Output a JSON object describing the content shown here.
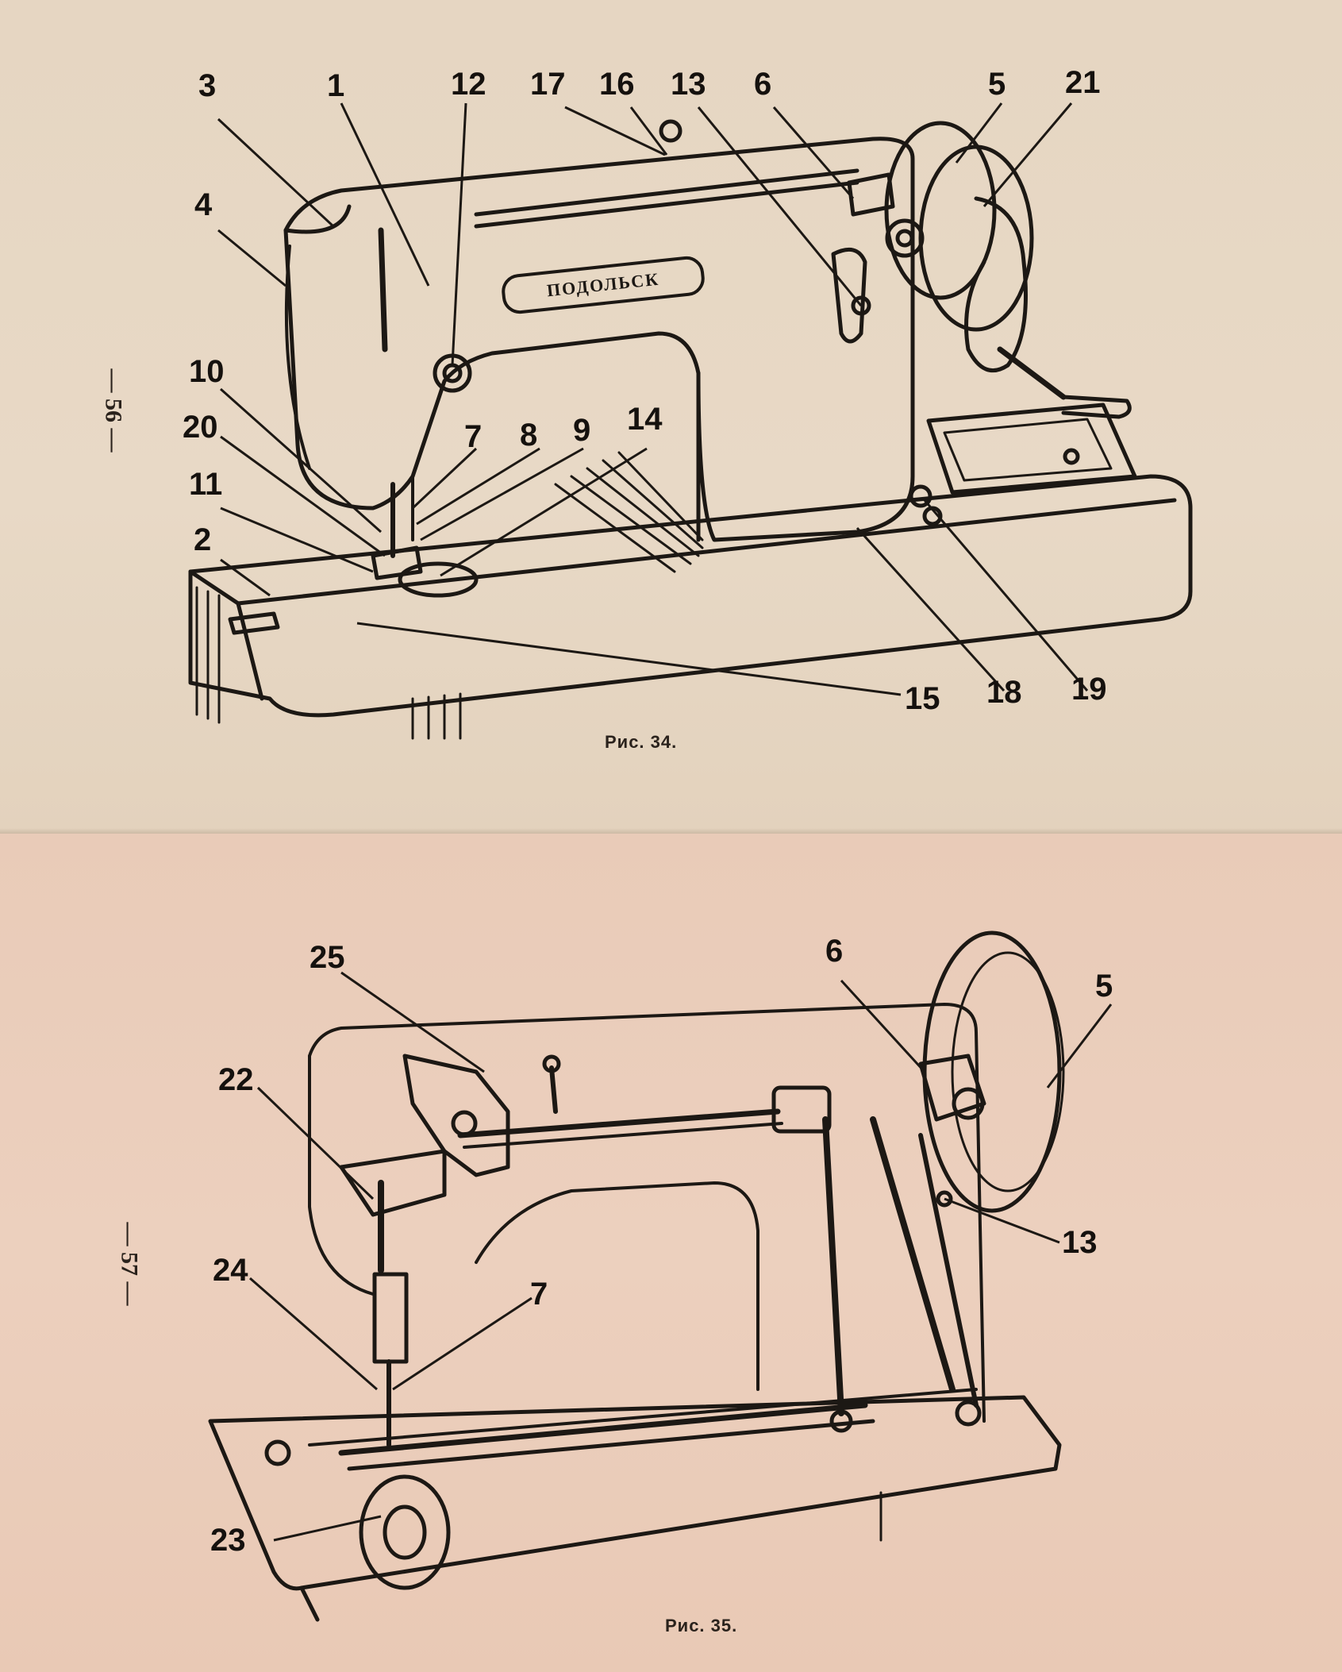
{
  "figures": [
    {
      "id": "fig34",
      "caption": "Рис. 34.",
      "page_number": "— 56 —",
      "brand": "ПОДОЛЬСК",
      "callouts": [
        "3",
        "1",
        "12",
        "17",
        "16",
        "13",
        "6",
        "5",
        "21",
        "4",
        "10",
        "20",
        "7",
        "8",
        "9",
        "14",
        "11",
        "2",
        "15",
        "18",
        "19"
      ]
    },
    {
      "id": "fig35",
      "caption": "Рис. 35.",
      "page_number": "— 57 —",
      "callouts": [
        "25",
        "6",
        "5",
        "22",
        "13",
        "24",
        "7",
        "23"
      ]
    }
  ],
  "colors": {
    "paper_top": "#e6d6c2",
    "paper_bottom": "#ecd0be",
    "ink": "#1c1814"
  }
}
